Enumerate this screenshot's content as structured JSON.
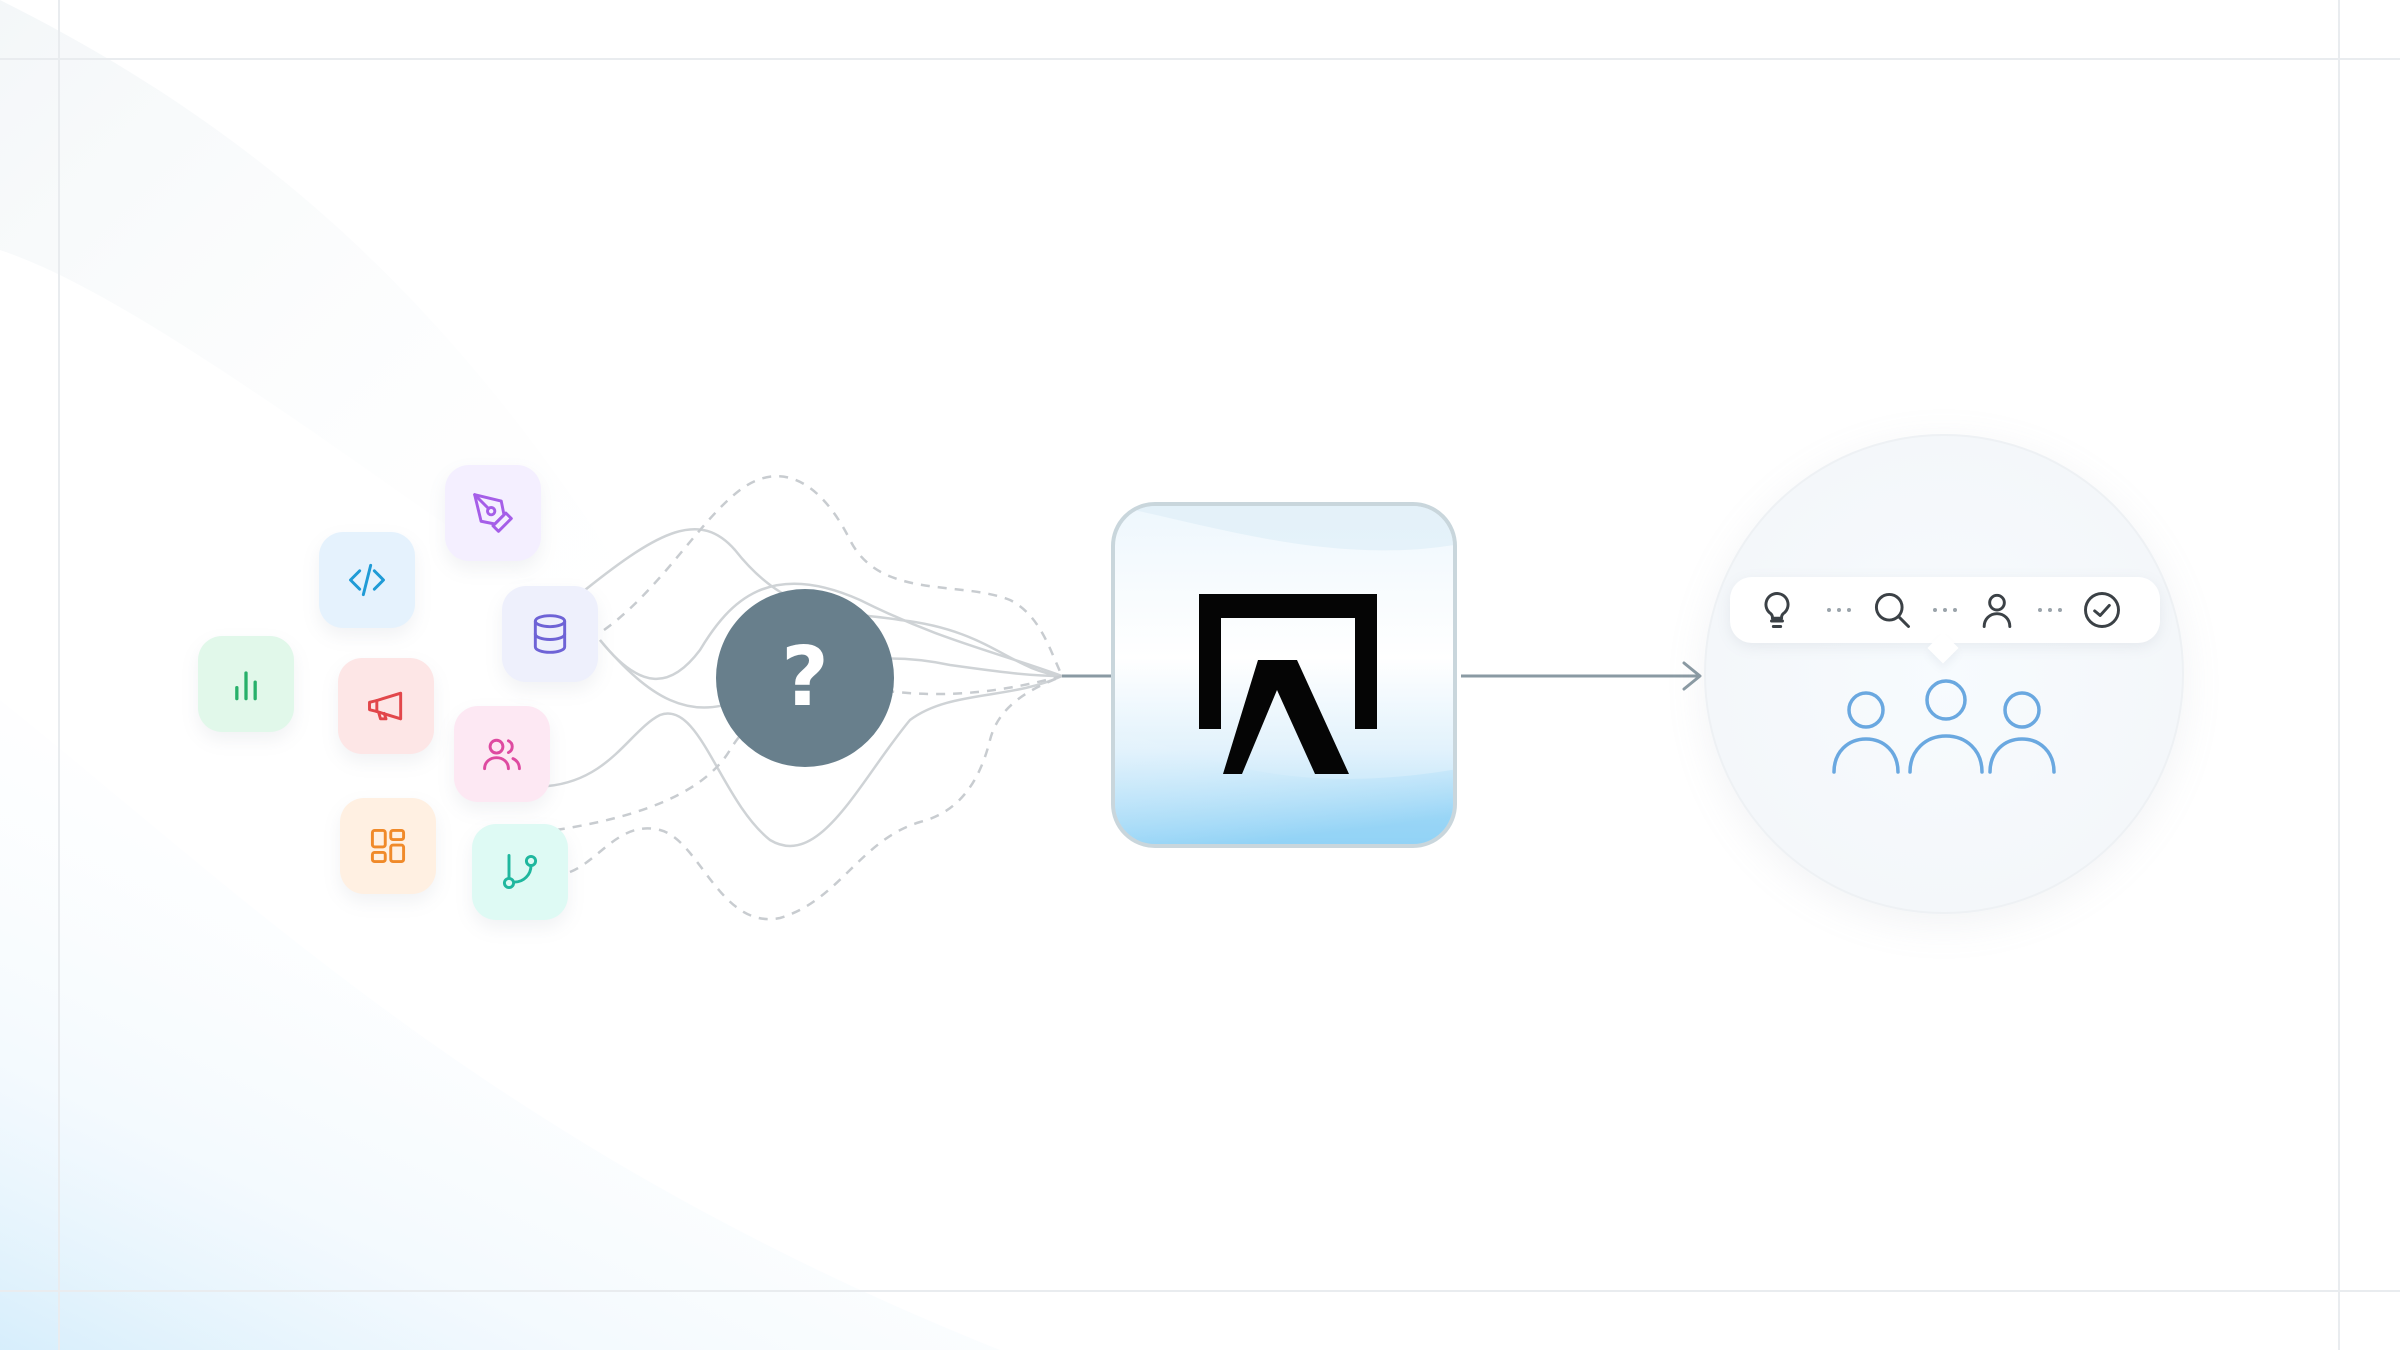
{
  "diagram": {
    "source_tools": [
      {
        "name": "pen-tool",
        "icon": "pen-icon",
        "bg": "#f4efff",
        "color": "#a55ee8"
      },
      {
        "name": "code",
        "icon": "code-icon",
        "bg": "#e5f2fd",
        "color": "#1f9bd6"
      },
      {
        "name": "database",
        "icon": "database-icon",
        "bg": "#eef0fc",
        "color": "#6e63d6"
      },
      {
        "name": "analytics",
        "icon": "bar-chart-icon",
        "bg": "#e1f8ea",
        "color": "#27b06a"
      },
      {
        "name": "marketing",
        "icon": "megaphone-icon",
        "bg": "#fde6e6",
        "color": "#e2474b"
      },
      {
        "name": "users",
        "icon": "users-icon",
        "bg": "#fde8f3",
        "color": "#de4aa0"
      },
      {
        "name": "dashboard",
        "icon": "layout-grid-icon",
        "bg": "#fff0e2",
        "color": "#f08a2a"
      },
      {
        "name": "git-branch",
        "icon": "git-branch-icon",
        "bg": "#defaf4",
        "color": "#1fb79e"
      }
    ],
    "unknown_node": {
      "symbol": "?",
      "color": "#687f8c"
    },
    "platform_logo": {
      "icon": "brand-logo-icon",
      "border": "#c9d6dc"
    },
    "connector_color": "#8a9aa3",
    "curve_color": "#cfd3d6",
    "team": {
      "steps": [
        {
          "icon": "lightbulb-icon"
        },
        {
          "icon": "search-icon"
        },
        {
          "icon": "user-icon"
        },
        {
          "icon": "check-circle-icon"
        }
      ],
      "step_color": "#3b4146",
      "people_icon": "team-icon",
      "people_color": "#6aa8e0"
    }
  }
}
